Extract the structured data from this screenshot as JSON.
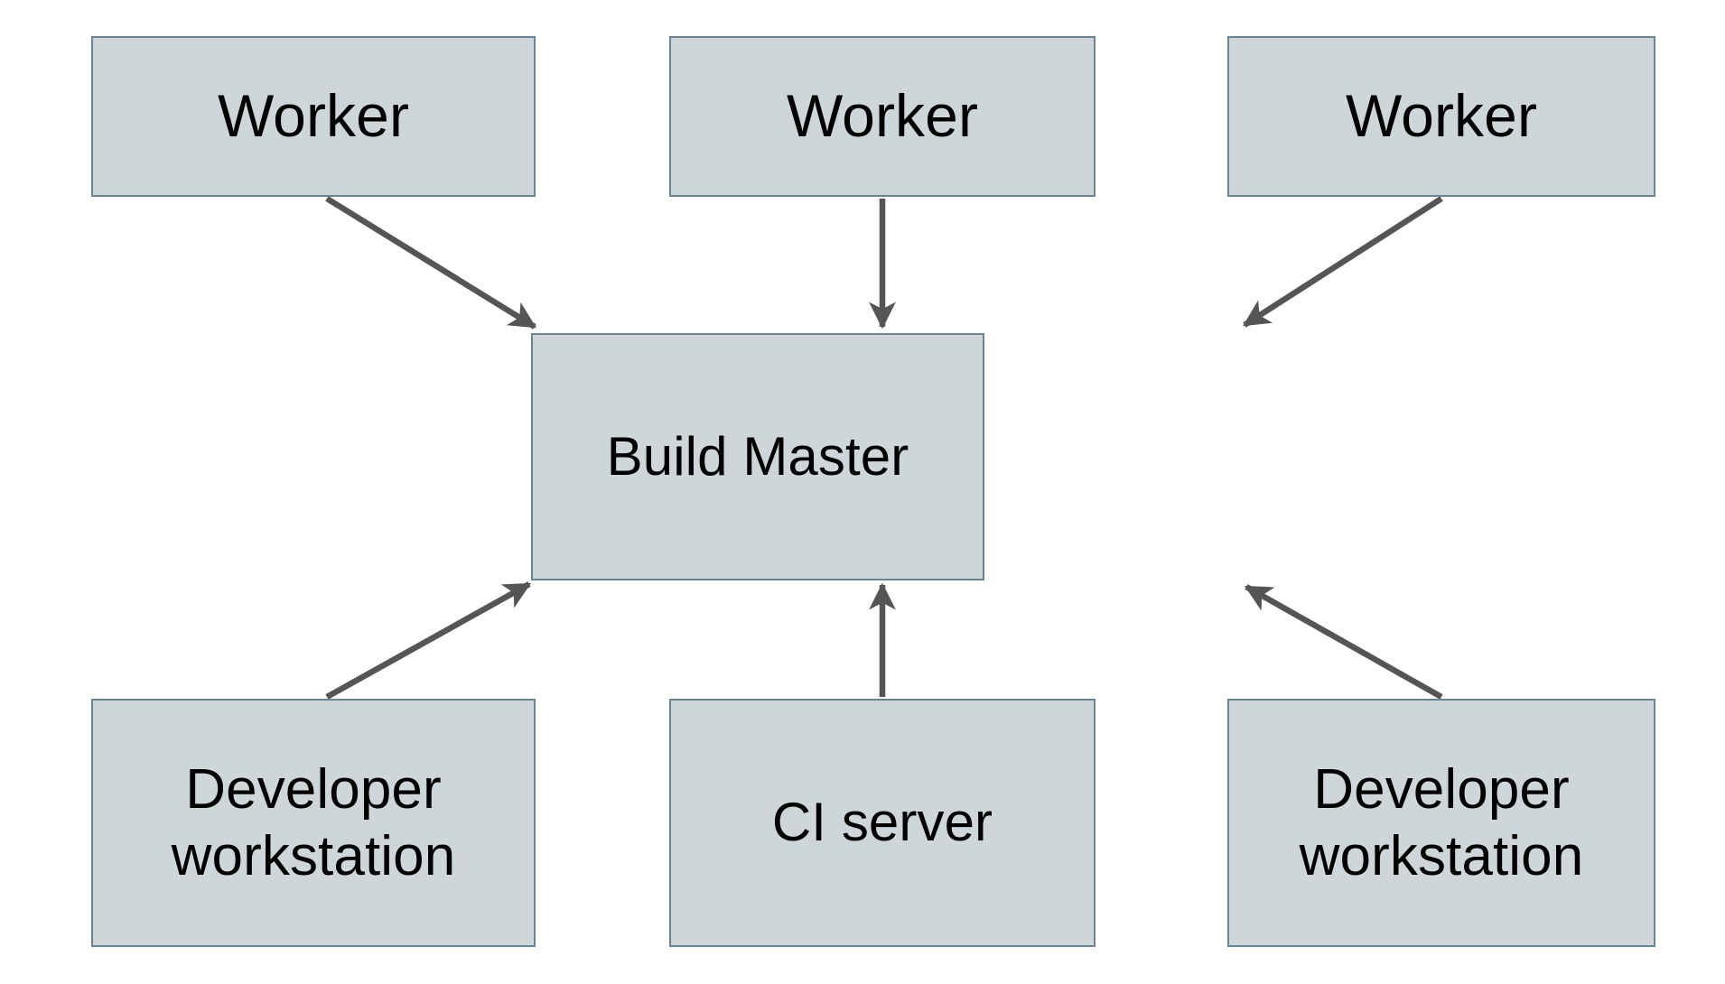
{
  "diagram": {
    "type": "block-architecture",
    "background_color": "#ffffff",
    "node_fill_color": "#ced6da",
    "node_border_color": "#6b8494",
    "edge_color": "#555555",
    "text_color": "#000000",
    "nodes": [
      {
        "id": "worker-left",
        "label": "Worker",
        "row": "top",
        "column": "left"
      },
      {
        "id": "worker-center",
        "label": "Worker",
        "row": "top",
        "column": "center"
      },
      {
        "id": "worker-right",
        "label": "Worker",
        "row": "top",
        "column": "right"
      },
      {
        "id": "build-master",
        "label": "Build Master",
        "row": "middle",
        "column": "center"
      },
      {
        "id": "dev-left",
        "label": "Developer\nworkstation",
        "row": "bottom",
        "column": "left"
      },
      {
        "id": "ci-server",
        "label": "CI server",
        "row": "bottom",
        "column": "center"
      },
      {
        "id": "dev-right",
        "label": "Developer\nworkstation",
        "row": "bottom",
        "column": "right"
      }
    ],
    "edges": [
      {
        "from": "worker-left",
        "to": "build-master",
        "arrowhead": "end"
      },
      {
        "from": "worker-center",
        "to": "build-master",
        "arrowhead": "end"
      },
      {
        "from": "worker-right",
        "to": "build-master",
        "arrowhead": "end"
      },
      {
        "from": "dev-left",
        "to": "build-master",
        "arrowhead": "end"
      },
      {
        "from": "ci-server",
        "to": "build-master",
        "arrowhead": "end"
      },
      {
        "from": "dev-right",
        "to": "build-master",
        "arrowhead": "end"
      }
    ]
  }
}
